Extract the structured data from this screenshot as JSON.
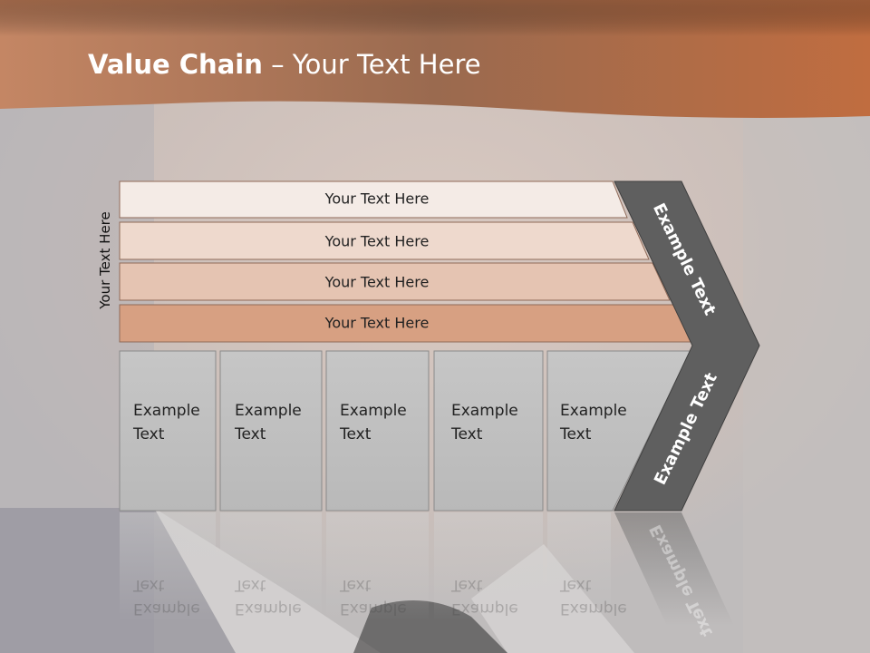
{
  "title": {
    "bold": "Value Chain",
    "rest": " – Your Text Here"
  },
  "side_label": "Your Text Here",
  "bars": [
    "Your Text Here",
    "Your Text Here",
    "Your Text Here",
    "Your Text Here"
  ],
  "cells": [
    {
      "line1": "Example",
      "line2": "Text"
    },
    {
      "line1": "Example",
      "line2": "Text"
    },
    {
      "line1": "Example",
      "line2": "Text"
    },
    {
      "line1": "Example",
      "line2": "Text"
    },
    {
      "line1": "Example",
      "line2": "Text"
    }
  ],
  "chevron": {
    "upper": "Example Text",
    "lower": "Example Text"
  },
  "colors": {
    "header": "#b5673f",
    "bar_shades": [
      "#f4ebe6",
      "#eed9cd",
      "#e5c4b2",
      "#d7a082"
    ],
    "cell": "#c2c2c2",
    "chevron": "#5f5f5f"
  }
}
